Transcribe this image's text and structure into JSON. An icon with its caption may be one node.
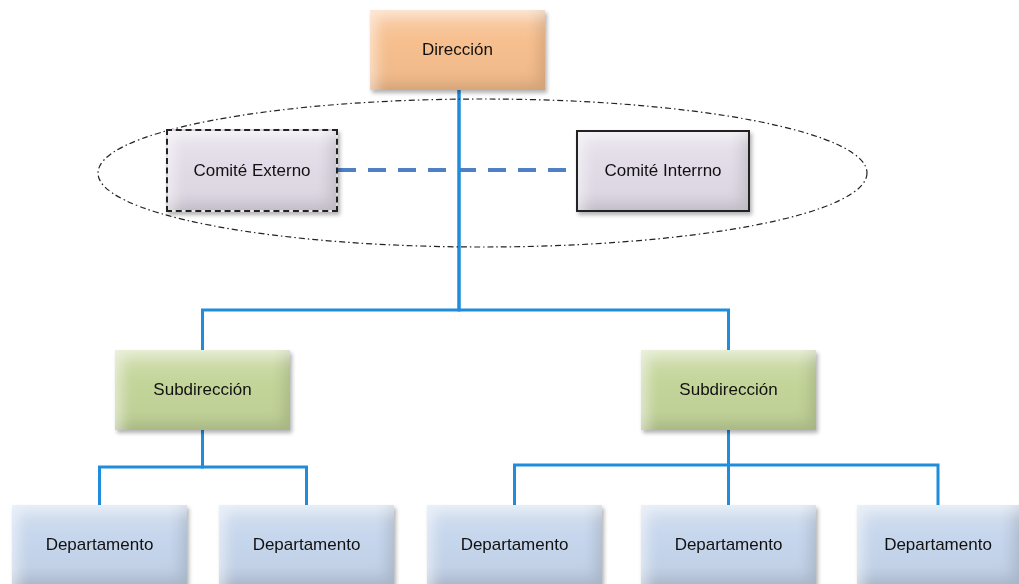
{
  "diagram": {
    "nodes": [
      {
        "text": [
          "Dirección"
        ]
      },
      {
        "text": [],
        "shape": "ellipse"
      },
      {
        "text": [
          "Comité Externo"
        ],
        "in": 1
      },
      {
        "text": [
          "Comité Interrno"
        ],
        "in": 1
      },
      {
        "text": [
          "Subdirección"
        ]
      },
      {
        "text": [
          "Subdirección"
        ]
      },
      {
        "text": [
          "Departamento"
        ]
      },
      {
        "text": [
          "Departamento"
        ]
      },
      {
        "text": [
          "Departamento"
        ]
      },
      {
        "text": [
          "Departamento"
        ]
      },
      {
        "text": [
          "Departamento"
        ]
      }
    ],
    "edges": [
      {
        "from": 2,
        "to": 3,
        "arrow": "none",
        "style": "dashed",
        "color": "#4f7fc4"
      },
      {
        "from": 0,
        "to": 4,
        "arrow": "none"
      },
      {
        "from": 0,
        "to": 5,
        "arrow": "none"
      },
      {
        "from": 4,
        "to": 6,
        "arrow": "none"
      },
      {
        "from": 4,
        "to": 7,
        "arrow": "none"
      },
      {
        "from": 5,
        "to": 8,
        "arrow": "none"
      },
      {
        "from": 5,
        "to": 9,
        "arrow": "none"
      },
      {
        "from": 5,
        "to": 10,
        "arrow": "none"
      }
    ]
  }
}
